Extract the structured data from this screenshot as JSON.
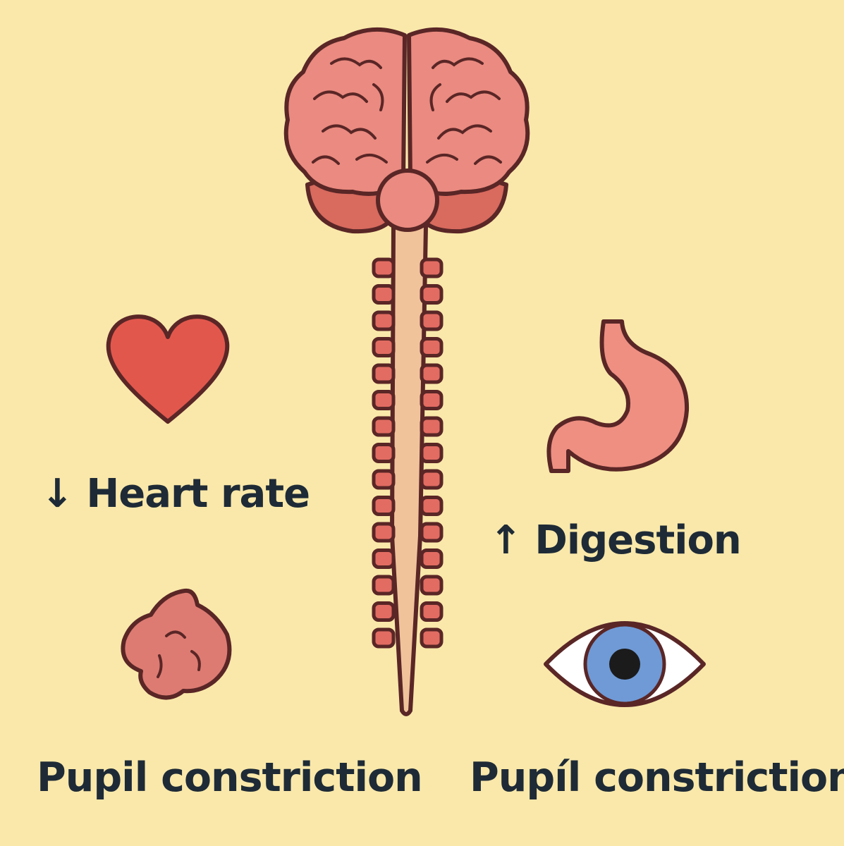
{
  "colors": {
    "background": "#f9e8aa",
    "outline": "#5a2626",
    "brain": "#ea8a80",
    "brain_lower": "#d86a5e",
    "spinal_cord": "#f1c39a",
    "vertebra": "#e26c62",
    "heart": "#e2574c",
    "stomach": "#ee8f82",
    "pancreas": "#dd7b72",
    "iris": "#6f9ad6",
    "pupil": "#1b1b1b",
    "text": "#1e2a36"
  },
  "icons": [
    "brain-icon",
    "spinal-cord-icon",
    "heart-icon",
    "stomach-icon",
    "pancreas-icon",
    "eye-icon"
  ],
  "labels": {
    "heart": "↓ Heart rate",
    "digestion": "↑ Digestion",
    "pupil_left": "Pupil constriction",
    "pupil_right": "Pupíl constriction"
  }
}
